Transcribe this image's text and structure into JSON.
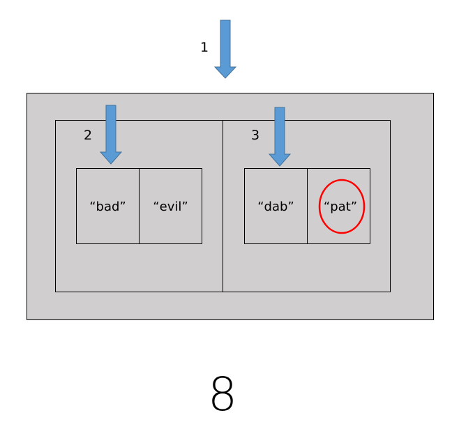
{
  "colors": {
    "outer_fill": "#d0cece",
    "outline": "#000000",
    "arrow": "#5b9bd5",
    "arrow_outline": "#41719c",
    "highlight": "#ff0000"
  },
  "arrows": [
    {
      "label": "1",
      "icon": "down-arrow-icon"
    },
    {
      "label": "2",
      "icon": "down-arrow-icon"
    },
    {
      "label": "3",
      "icon": "down-arrow-icon"
    }
  ],
  "groups": [
    {
      "cells": [
        "“bad”",
        "“evil”"
      ]
    },
    {
      "cells": [
        "“dab”",
        "“pat”"
      ],
      "highlighted_cell": 1
    }
  ],
  "result": "8"
}
